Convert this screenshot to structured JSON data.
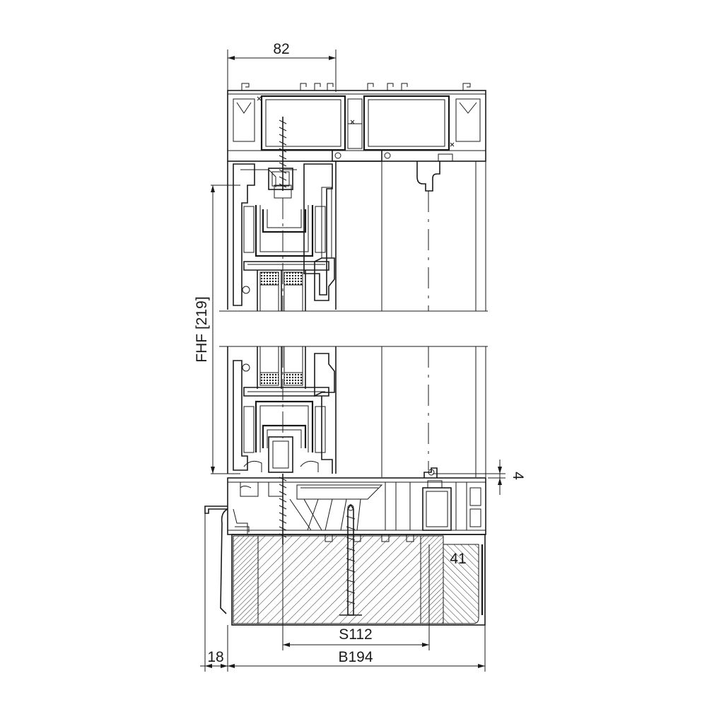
{
  "dimensions": {
    "top_width": "82",
    "frame_height": "FHF [219]",
    "gap_right": "4",
    "sill_offset": "41",
    "screw_spacing": "S112",
    "overall_width": "B194",
    "projection": "18"
  },
  "colors": {
    "line": "#1a1a1a",
    "background": "#ffffff",
    "hatch": "#333333"
  }
}
